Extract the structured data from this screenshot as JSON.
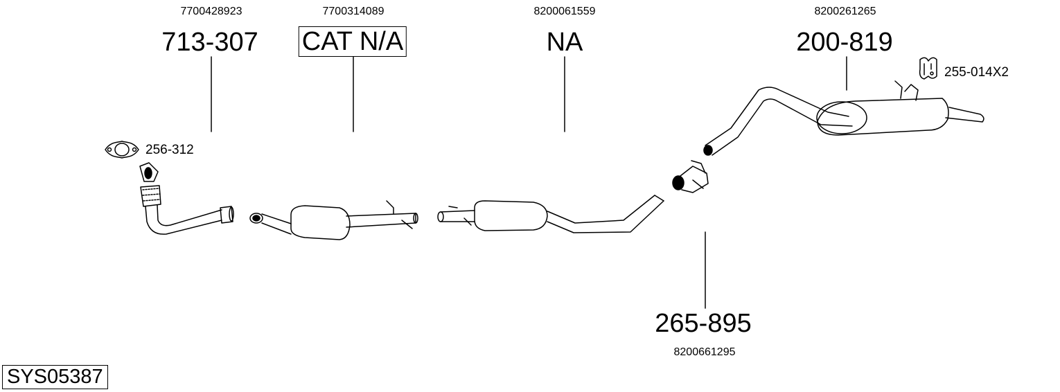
{
  "diagram_id": "SYS05387",
  "parts": [
    {
      "part_no": "713-307",
      "oem": "7700428923",
      "name": "front-pipe"
    },
    {
      "part_no": "CAT N/A",
      "oem": "7700314089",
      "name": "catalytic-converter"
    },
    {
      "part_no": "NA",
      "oem": "8200061559",
      "name": "centre-silencer"
    },
    {
      "part_no": "200-819",
      "oem": "8200261265",
      "name": "rear-silencer"
    },
    {
      "part_no": "265-895",
      "oem": "8200661295",
      "name": "connector-clamp"
    }
  ],
  "accessories": [
    {
      "part_no": "256-312",
      "name": "gasket"
    },
    {
      "part_no": "255-014X2",
      "name": "rubber-hanger"
    }
  ]
}
